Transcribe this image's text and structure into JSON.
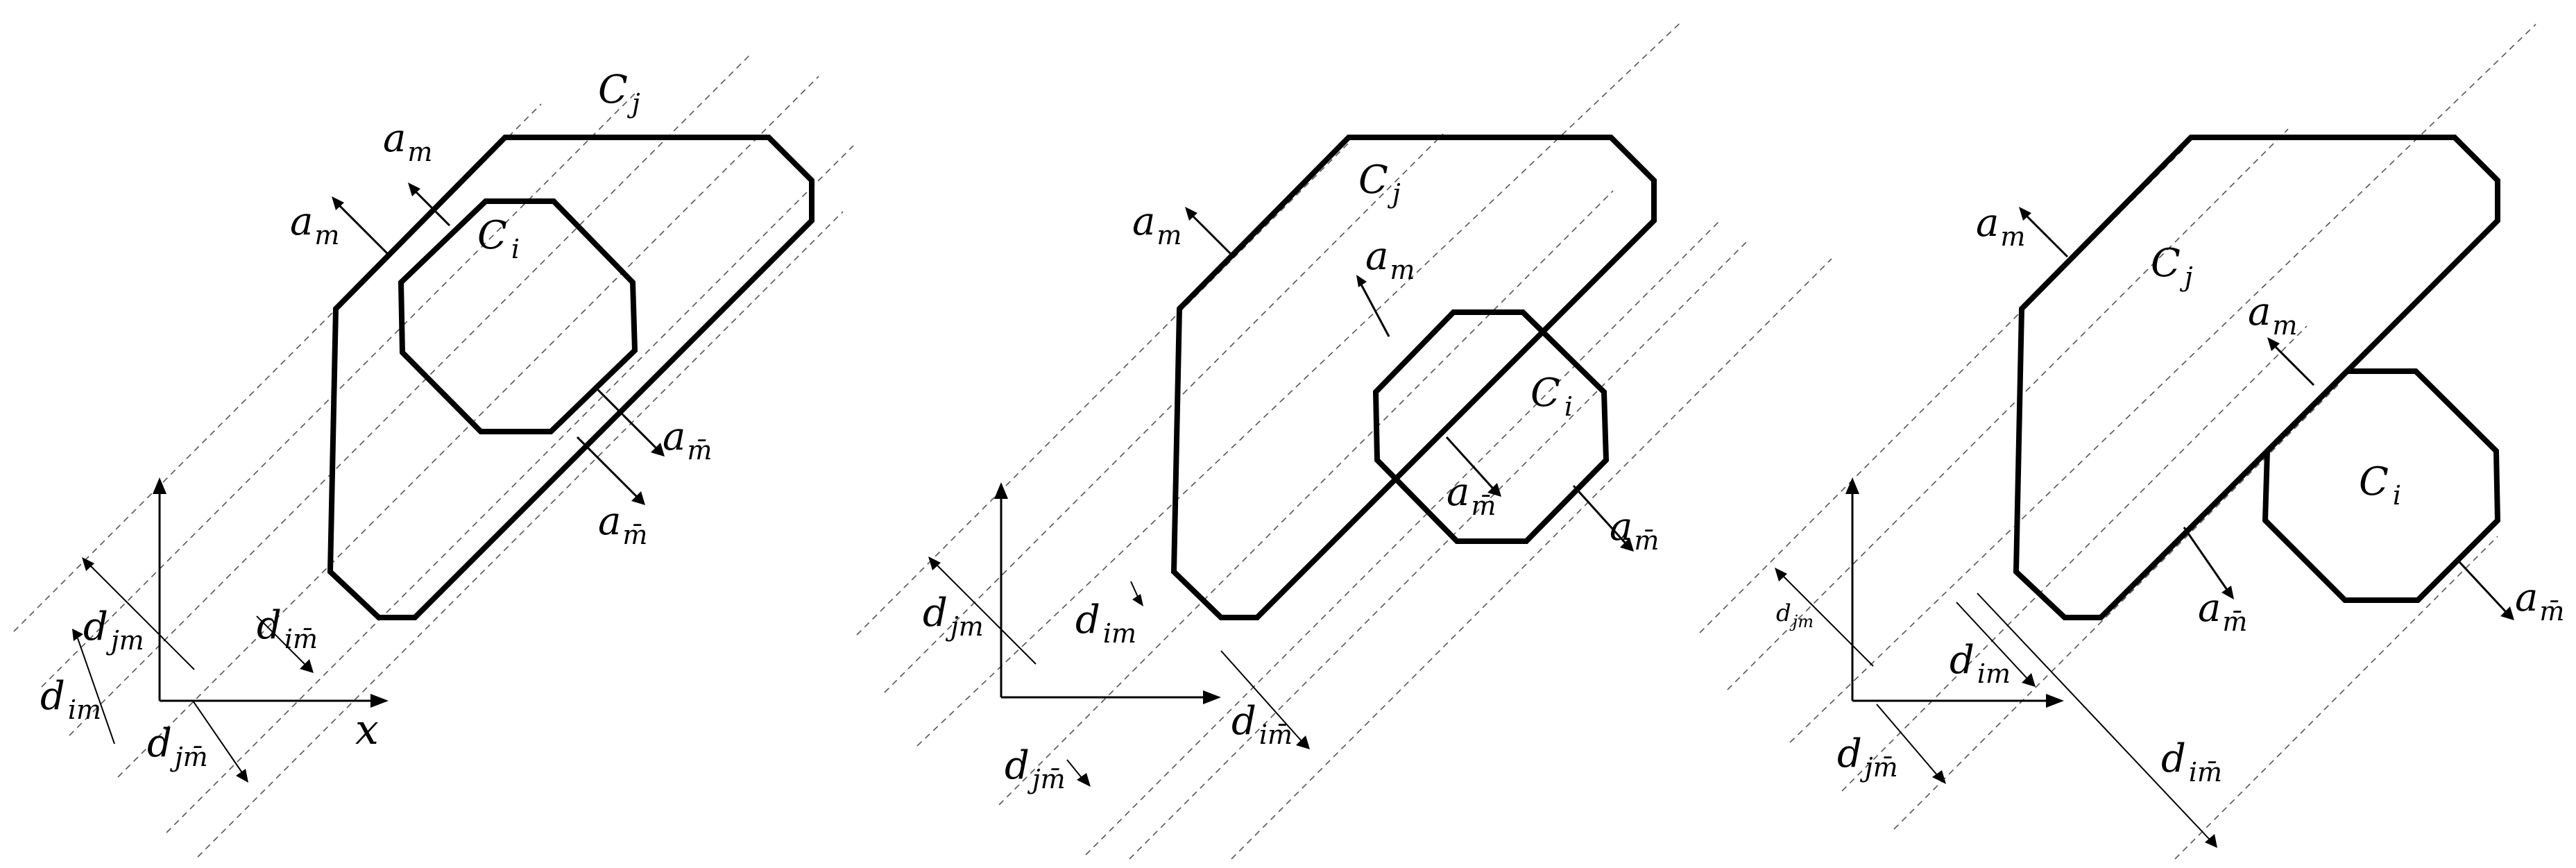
{
  "panels": [
    {
      "labels": {
        "Cj": {
          "main": "C",
          "sub": "j"
        },
        "Ci": {
          "main": "C",
          "sub": "i"
        },
        "am1": {
          "main": "a",
          "sub": "m"
        },
        "am2": {
          "main": "a",
          "sub": "m"
        },
        "ambar1": {
          "main": "a",
          "sub": "m̄"
        },
        "ambar2": {
          "main": "a",
          "sub": "m̄"
        },
        "djm": {
          "main": "d",
          "sub": "jm"
        },
        "dim": {
          "main": "d",
          "sub": "im"
        },
        "dimbar": {
          "main": "d",
          "sub": "im̄"
        },
        "djmbar": {
          "main": "d",
          "sub": "jm̄"
        },
        "x": "x"
      }
    },
    {
      "labels": {
        "Cj": {
          "main": "C",
          "sub": "j"
        },
        "Ci": {
          "main": "C",
          "sub": "i"
        },
        "am1": {
          "main": "a",
          "sub": "m"
        },
        "am2": {
          "main": "a",
          "sub": "m"
        },
        "ambar1": {
          "main": "a",
          "sub": "m̄"
        },
        "ambar2": {
          "main": "a",
          "sub": "m̄"
        },
        "djm": {
          "main": "d",
          "sub": "jm"
        },
        "dim": {
          "main": "d",
          "sub": "im"
        },
        "dimbar": {
          "main": "d",
          "sub": "im̄"
        },
        "djmbar": {
          "main": "d",
          "sub": "jm̄"
        }
      }
    },
    {
      "labels": {
        "Cj": {
          "main": "C",
          "sub": "j"
        },
        "Ci": {
          "main": "C",
          "sub": "i"
        },
        "am1": {
          "main": "a",
          "sub": "m"
        },
        "am2": {
          "main": "a",
          "sub": "m"
        },
        "ambar1": {
          "main": "a",
          "sub": "m̄"
        },
        "ambar2": {
          "main": "a",
          "sub": "m̄"
        },
        "djm": {
          "main": "d",
          "sub": "jm"
        },
        "dim": {
          "main": "d",
          "sub": "im"
        },
        "dimbar": {
          "main": "d",
          "sub": "im̄"
        },
        "djmbar": {
          "main": "d",
          "sub": "jm̄"
        }
      }
    }
  ]
}
